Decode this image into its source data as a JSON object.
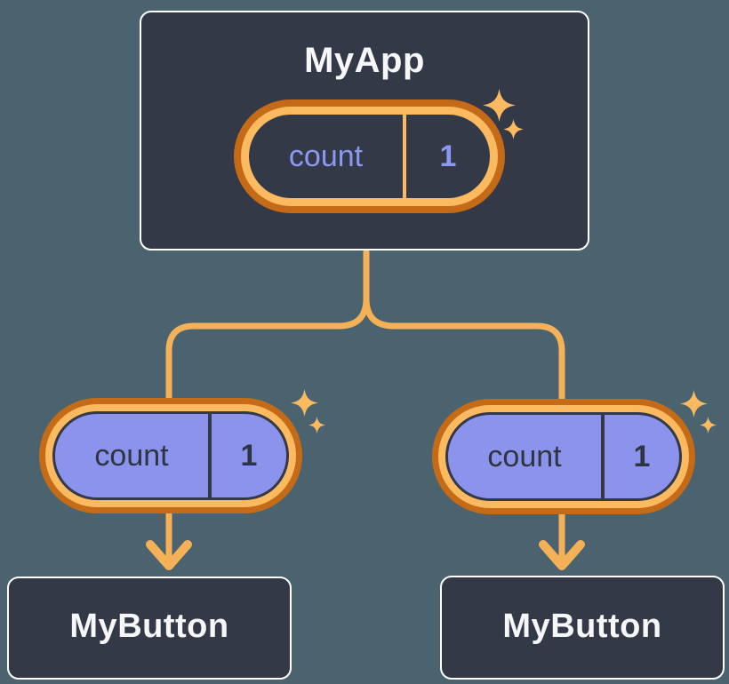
{
  "colors": {
    "background": "#4B636E",
    "node_background": "#333947",
    "node_border": "#FFFFFF",
    "node_text": "#F6F7F9",
    "ring_outer_orange": "#C56A16",
    "ring_inner_orange": "#FBBA60",
    "connector_orange": "#F5B157",
    "state_text_purple": "#8B99F4",
    "prop_pill_purple": "#8B93EC",
    "prop_text_dark": "#2F3540"
  },
  "root_node": {
    "title": "MyApp",
    "pill": {
      "label": "count",
      "value": "1"
    }
  },
  "child_nodes": [
    {
      "title": "MyButton",
      "pill": {
        "label": "count",
        "value": "1"
      }
    },
    {
      "title": "MyButton",
      "pill": {
        "label": "count",
        "value": "1"
      }
    }
  ]
}
